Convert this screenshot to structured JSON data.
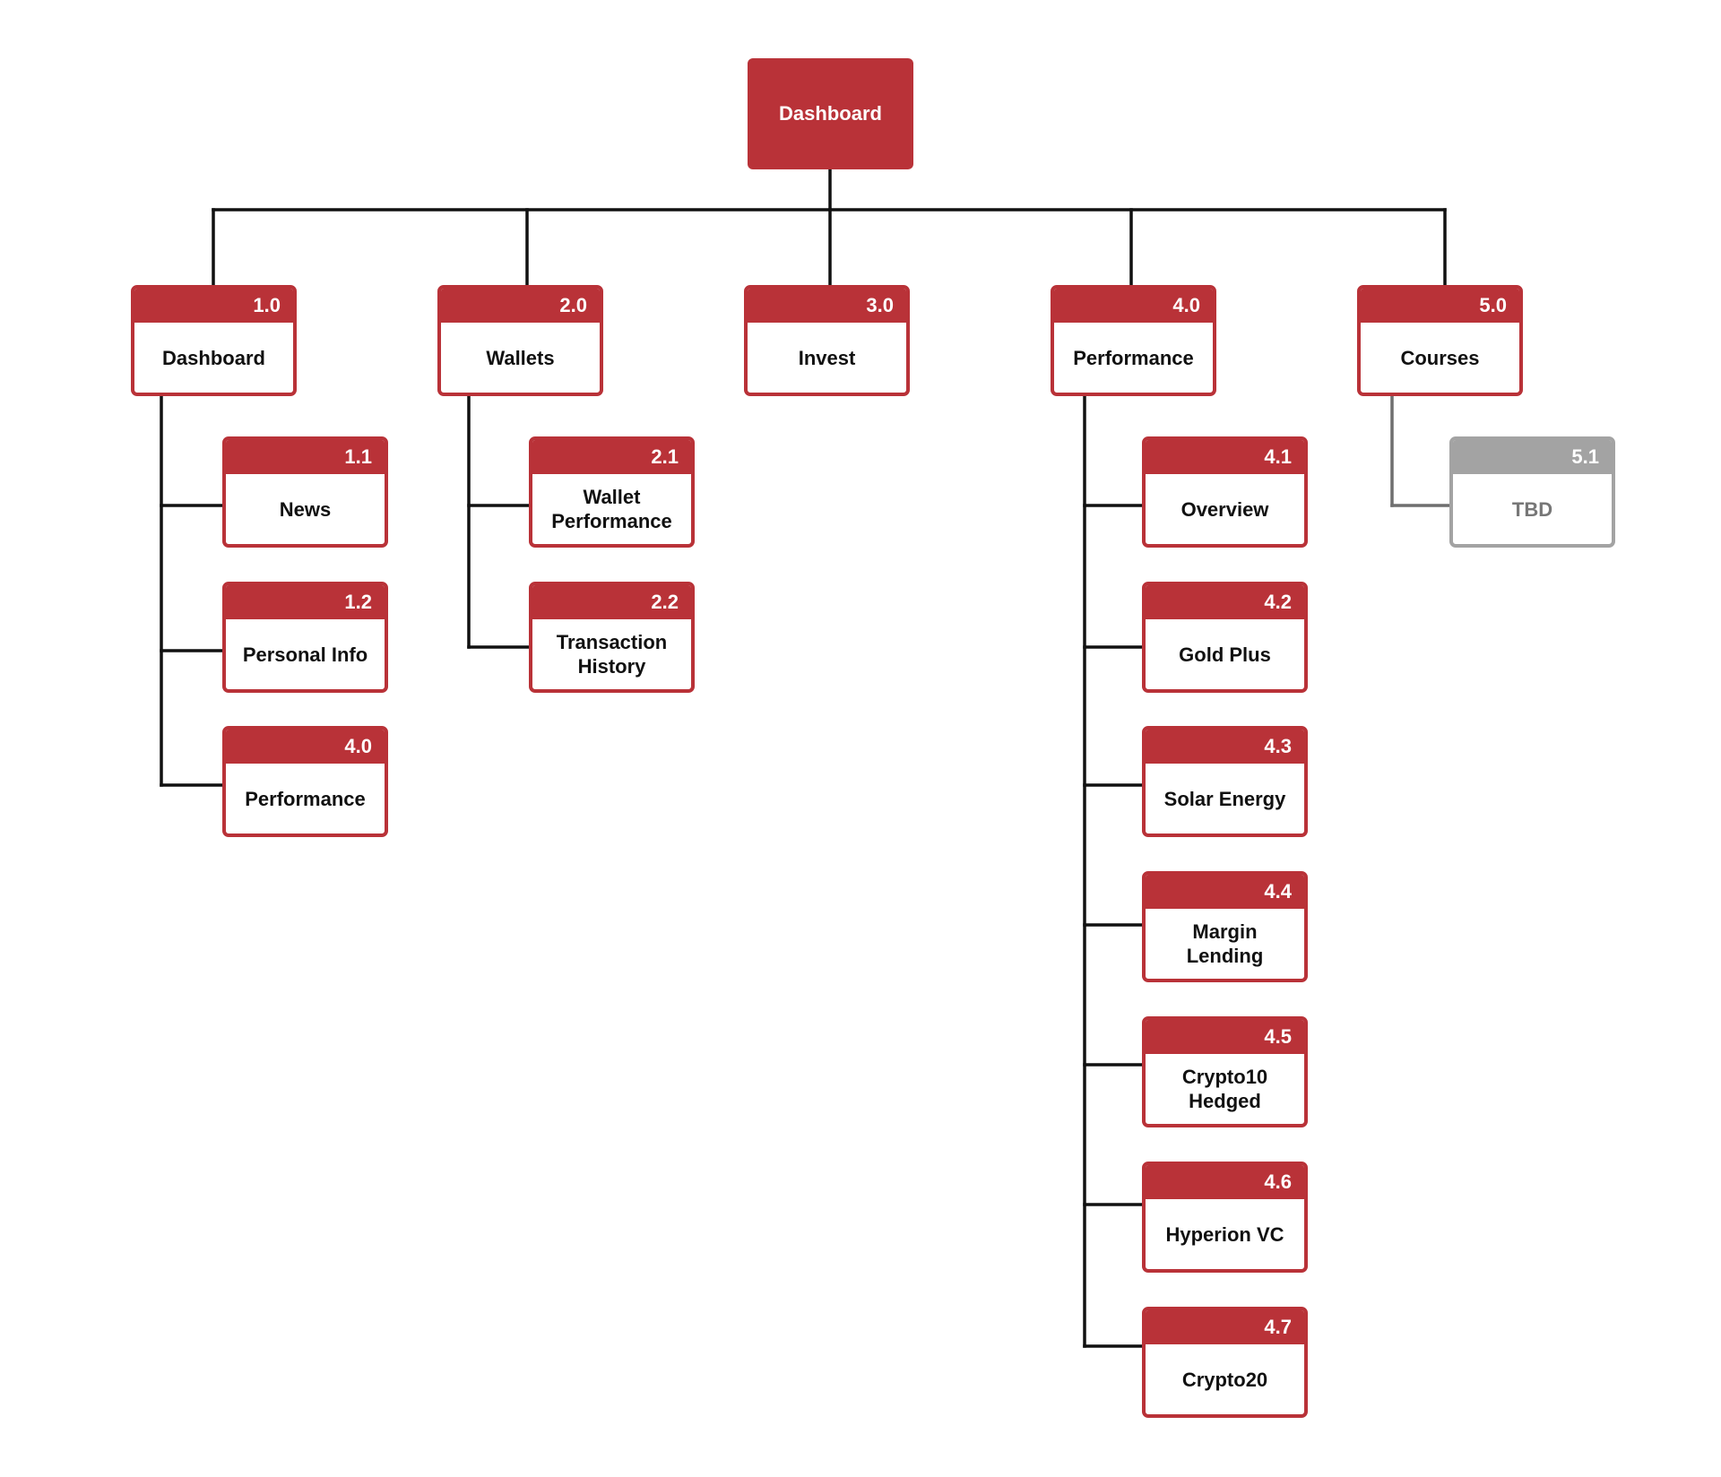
{
  "root": {
    "label": "Dashboard"
  },
  "branches": [
    {
      "id": "1.0",
      "label": "Dashboard",
      "children": [
        {
          "id": "1.1",
          "label": "News"
        },
        {
          "id": "1.2",
          "label": "Personal Info"
        },
        {
          "id": "4.0",
          "label": "Performance"
        }
      ]
    },
    {
      "id": "2.0",
      "label": "Wallets",
      "children": [
        {
          "id": "2.1",
          "label": "Wallet\nPerformance"
        },
        {
          "id": "2.2",
          "label": "Transaction\nHistory"
        }
      ]
    },
    {
      "id": "3.0",
      "label": "Invest",
      "children": []
    },
    {
      "id": "4.0",
      "label": "Performance",
      "children": [
        {
          "id": "4.1",
          "label": "Overview"
        },
        {
          "id": "4.2",
          "label": "Gold Plus"
        },
        {
          "id": "4.3",
          "label": "Solar Energy"
        },
        {
          "id": "4.4",
          "label": "Margin\nLending"
        },
        {
          "id": "4.5",
          "label": "Crypto10\nHedged"
        },
        {
          "id": "4.6",
          "label": "Hyperion VC"
        },
        {
          "id": "4.7",
          "label": "Crypto20"
        }
      ]
    },
    {
      "id": "5.0",
      "label": "Courses",
      "children": [
        {
          "id": "5.1",
          "label": "TBD",
          "status": "placeholder"
        }
      ]
    }
  ],
  "colors": {
    "accent": "#b93238",
    "placeholder": "#a3a3a3",
    "placeholder_text": "#777777",
    "connector": "#111111",
    "placeholder_connector": "#6f6f6f"
  }
}
